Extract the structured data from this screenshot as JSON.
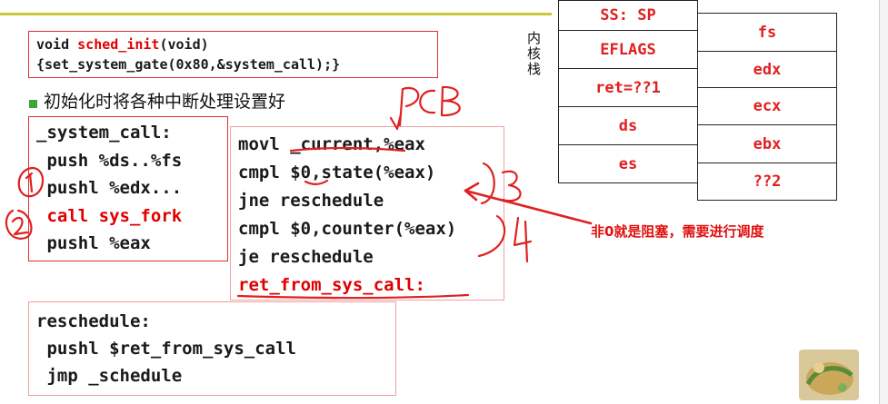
{
  "sched_init": {
    "line1_pre": "void ",
    "line1_fn": "sched_init",
    "line1_post": "(void)",
    "line2": "{set_system_gate(0x80,&system_call);}"
  },
  "bullet": "初始化时将各种中断处理设置好",
  "system_call": {
    "lines": [
      "_system_call:",
      " push %ds..%fs",
      " pushl %edx...",
      " call sys_fork",
      " pushl %eax"
    ]
  },
  "asm": {
    "lines": [
      "movl _current,%eax",
      "cmpl $0,state(%eax)",
      "jne reschedule",
      "cmpl $0,counter(%eax)",
      "je reschedule",
      "ret_from_sys_call:"
    ]
  },
  "reschedule": {
    "lines": [
      "reschedule:",
      " pushl $ret_from_sys_call",
      " jmp _schedule"
    ]
  },
  "kernel_stack": {
    "label": "内核栈",
    "left": [
      "SS: SP",
      "EFLAGS",
      "ret=??1",
      "ds",
      "es"
    ],
    "right": [
      "fs",
      "edx",
      "ecx",
      "ebx",
      "??2"
    ]
  },
  "annotation": "非0就是阻塞，需要进行调度",
  "colors": {
    "accent_red": "#e00000",
    "handwriting_red": "#e02020",
    "bullet_green": "#3aa63a",
    "top_rule": "#c8c83a"
  }
}
